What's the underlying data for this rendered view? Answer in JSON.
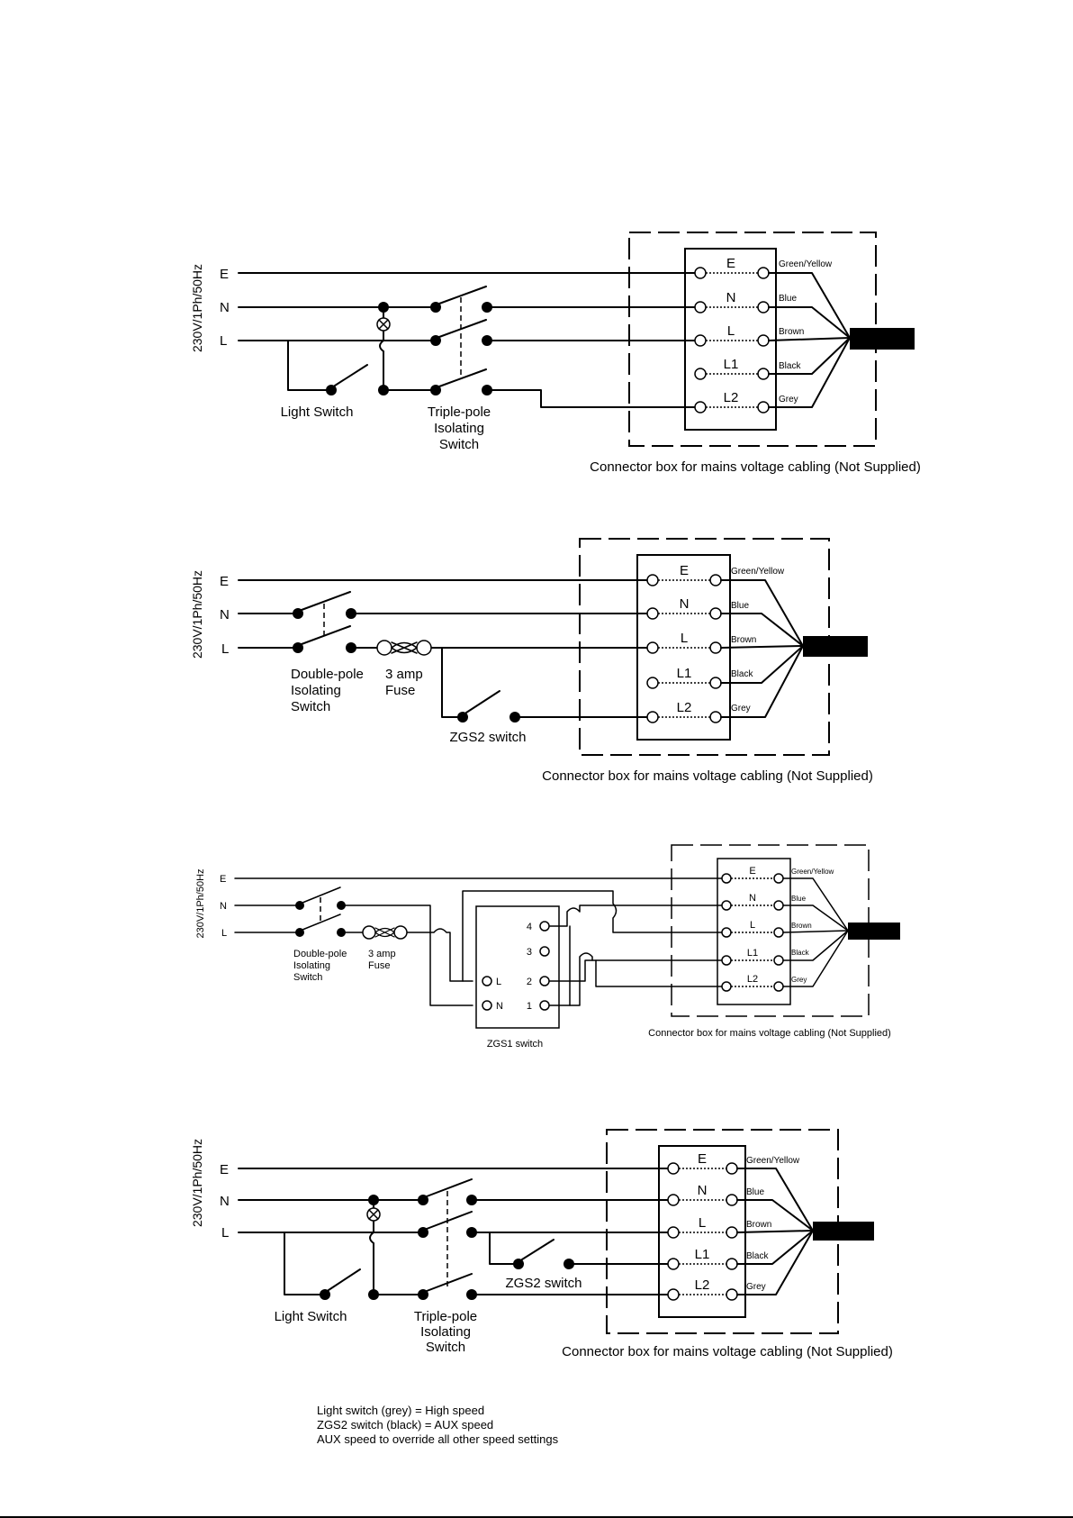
{
  "supply_label": "230V/1Ph/50Hz",
  "lines": {
    "e": "E",
    "n": "N",
    "l": "L"
  },
  "terminals": {
    "e": "E",
    "n": "N",
    "l": "L",
    "l1": "L1",
    "l2": "L2"
  },
  "wire_colors": {
    "e": "Green/Yellow",
    "n": "Blue",
    "l": "Brown",
    "l1": "Black",
    "l2": "Grey"
  },
  "connector_box_label": "Connector box for mains voltage cabling (Not Supplied)",
  "d1": {
    "light_switch": "Light Switch",
    "isolator": [
      "Triple-pole",
      "Isolating",
      "Switch"
    ]
  },
  "d2": {
    "isolator": [
      "Double-pole",
      "Isolating",
      "Switch"
    ],
    "fuse": [
      "3 amp",
      "Fuse"
    ],
    "zgs2": "ZGS2 switch"
  },
  "d3": {
    "isolator": [
      "Double-pole",
      "Isolating",
      "Switch"
    ],
    "fuse": [
      "3 amp",
      "Fuse"
    ],
    "zgs1": "ZGS1 switch",
    "zgs1_terminals": {
      "four": "4",
      "three": "3",
      "two": "2",
      "one": "1",
      "l": "L",
      "n": "N"
    }
  },
  "d4": {
    "light_switch": "Light Switch",
    "isolator": [
      "Triple-pole",
      "Isolating",
      "Switch"
    ],
    "zgs2": "ZGS2 switch"
  },
  "notes": [
    "Light switch (grey) = High speed",
    "ZGS2 switch (black) = AUX speed",
    "AUX speed to override all other speed settings"
  ]
}
